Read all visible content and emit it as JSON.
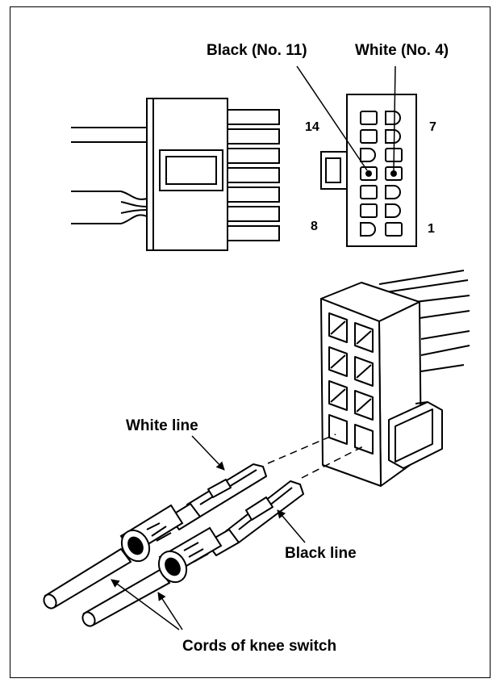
{
  "labels": {
    "black_no11": "Black (No. 11)",
    "white_no4": "White (No. 4)",
    "pin14": "14",
    "pin7": "7",
    "pin8": "8",
    "pin1": "1",
    "white_line": "White line",
    "black_line": "Black line",
    "cords": "Cords of knee switch"
  },
  "colors": {
    "ink": "#000000",
    "paper": "#ffffff"
  }
}
